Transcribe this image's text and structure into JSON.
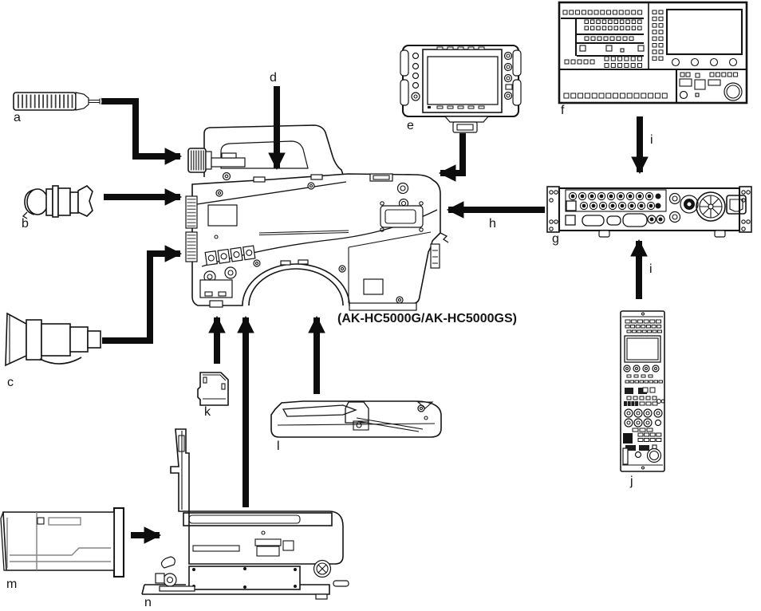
{
  "diagram": {
    "model_label": "(AK-HC5000G/AK-HC5000GS)",
    "callouts": {
      "a": "a",
      "b": "b",
      "c": "c",
      "d": "d",
      "e": "e",
      "f": "f",
      "g": "g",
      "h": "h",
      "i_top": "i",
      "i_bottom": "i",
      "j": "j",
      "k": "k",
      "l": "l",
      "m": "m",
      "n": "n"
    },
    "colors": {
      "line": "#141414",
      "arrow": "#0d0d0d",
      "background": "#ffffff"
    }
  }
}
